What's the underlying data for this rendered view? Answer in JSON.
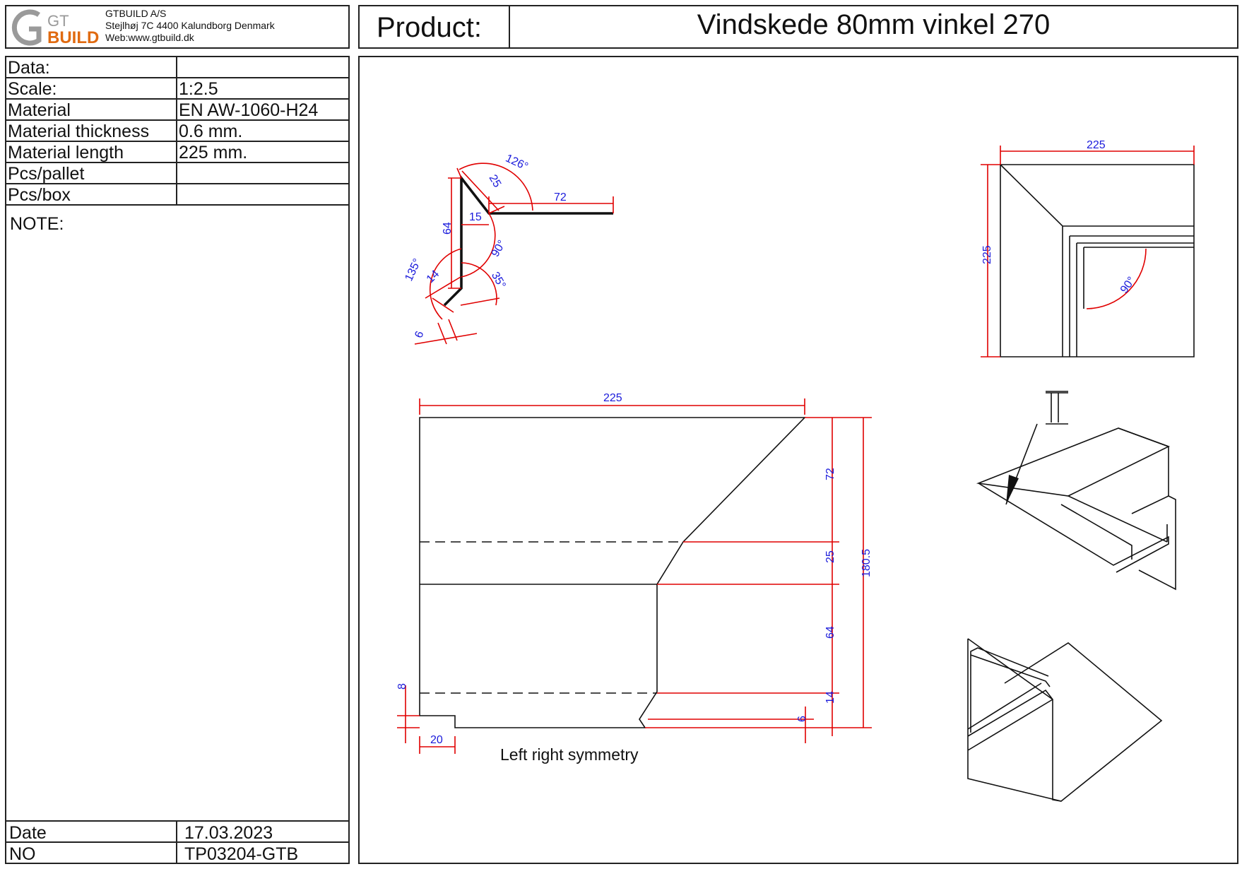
{
  "company": {
    "name": "GTBUILD A/S",
    "address": "Stejlhøj 7C 4400 Kalundborg Denmark",
    "web": "Web:www.gtbuild.dk",
    "logo_text_gt": "GT",
    "logo_text_build": "BUILD"
  },
  "product": {
    "label": "Product:",
    "name": "Vindskede 80mm vinkel 270"
  },
  "specs": [
    {
      "key": "Data:",
      "value": ""
    },
    {
      "key": "Scale:",
      "value": "1:2.5"
    },
    {
      "key": "Material",
      "value": "EN AW-1060-H24"
    },
    {
      "key": "Material thickness",
      "value": "0.6 mm."
    },
    {
      "key": "Material length",
      "value": "225 mm."
    },
    {
      "key": "Pcs/pallet",
      "value": ""
    },
    {
      "key": "Pcs/box",
      "value": ""
    }
  ],
  "note_label": "NOTE:",
  "footer": {
    "date_label": "Date",
    "date_value": "17.03.2023",
    "no_label": "NO",
    "no_value": "TP03204-GTB"
  },
  "drawing": {
    "profile": {
      "d_126": "126°",
      "d_25": "25",
      "d_72": "72",
      "d_15": "15",
      "d_64": "64",
      "d_90": "90°",
      "d_135": "135°",
      "d_14": "14",
      "d_35": "35°",
      "d_6": "6"
    },
    "top_view": {
      "width": "225",
      "height": "225",
      "angle": "90°"
    },
    "flat": {
      "width": "225",
      "d_72": "72",
      "d_25": "25",
      "d_64": "64",
      "d_14": "14",
      "d_6": "6",
      "total": "180.5",
      "d_8": "8",
      "d_20": "20"
    },
    "symmetry_note": "Left right symmetry"
  },
  "colors": {
    "dimension_text": "#1a1adb",
    "dimension_line": "#e00000",
    "logo_gray": "#9a9a9a",
    "logo_orange": "#e06a10"
  }
}
